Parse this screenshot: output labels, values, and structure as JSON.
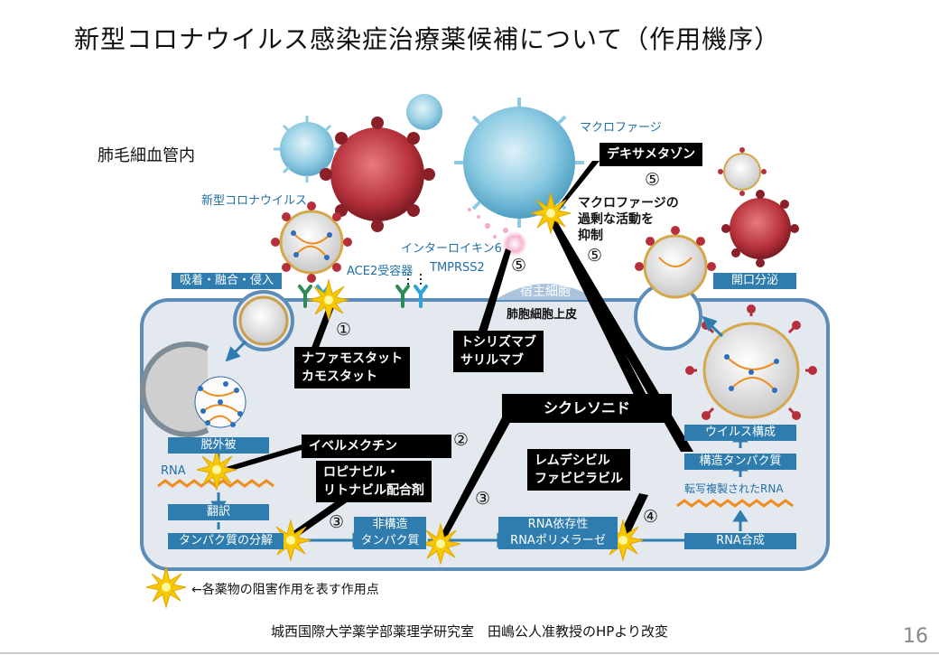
{
  "title": "新型コロナウイルス感染症治療薬候補について（作用機序）",
  "labels": {
    "capillary": "肺毛細血管内",
    "virus": "新型コロナウイルス",
    "macrophage": "マクロファージ",
    "interleukin": "インターロイキン6",
    "ace2": "ACE2受容器",
    "tmprss2": "TMPRSS2",
    "host_cell": "宿主細胞",
    "lung_epithelium": "肺胞細胞上皮",
    "rna_left": "RNA",
    "transcribed_rna": "転写複製されたRNA",
    "macrophage_note": [
      "マクロファージの",
      "過剰な活動を",
      "抑制"
    ],
    "legend": "←各薬物の阻害作用を表す作用点"
  },
  "steps": {
    "attach": "吸着・融合・侵入",
    "uncoat": "脱外被",
    "translate": "翻訳",
    "protein_break": "タンパク質の分解",
    "nonstruct": [
      "非構造",
      "タンパク質"
    ],
    "rdrp": [
      "RNA依存性",
      "RNAポリメラーゼ"
    ],
    "rna_synth": "RNA合成",
    "struct_protein": "構造タンパク質",
    "virus_build": "ウイルス構成",
    "exocytosis": "開口分泌"
  },
  "drugs": {
    "dexamethasone": "デキサメタゾン",
    "nafamostat": [
      "ナファモスタット",
      "カモスタット"
    ],
    "tocilizumab": [
      "トシリズマブ",
      "サリルマブ"
    ],
    "ivermectin": "イベルメクチン",
    "lopinavir": [
      "ロピナビル・",
      "リトナビル配合剤"
    ],
    "ciclesonide": "シクレソニド",
    "remdesivir": [
      "レムデシビル",
      "ファビピラビル"
    ]
  },
  "numbers": {
    "n1": "①",
    "n2": "②",
    "n3a": "③",
    "n3b": "③",
    "n4": "④",
    "n5a": "⑤",
    "n5b": "⑤",
    "n5c": "⑤"
  },
  "footer": "城西国際大学薬学部薬理学研究室　田嶋公人准教授のHPより改変",
  "page_number": "16",
  "colors": {
    "step_blue": "#2f7dae",
    "cell_fill": "#e4e9ef",
    "cell_border": "#5b8db8",
    "virus_red": "#b5303a",
    "macrophage_blue": "#7cc3dd",
    "rna_orange": "#f08c1e",
    "star_yellow": "#f5c800"
  },
  "icons": [
    "virus-icon",
    "macrophage-icon",
    "burst-star-icon",
    "receptor-icon",
    "arrow-icon"
  ]
}
